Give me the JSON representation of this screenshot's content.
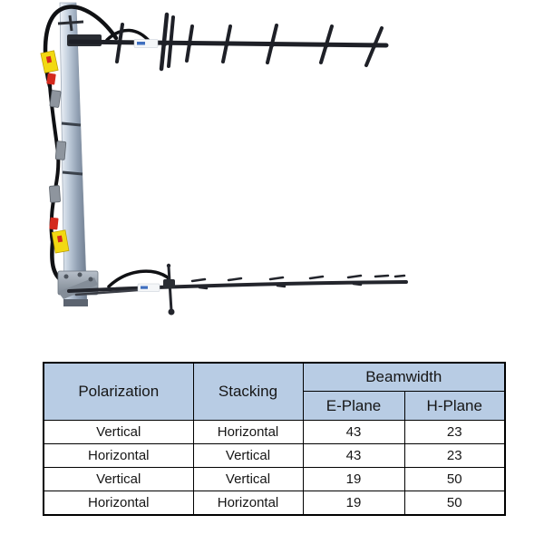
{
  "photo": {
    "name": "stacked-yagi-antennas-photo"
  },
  "table": {
    "headers": {
      "polarization": "Polarization",
      "stacking": "Stacking",
      "beamwidth": "Beamwidth",
      "e_plane": "E-Plane",
      "h_plane": "H-Plane"
    },
    "rows": [
      {
        "polarization": "Vertical",
        "stacking": "Horizontal",
        "e_plane": "43",
        "h_plane": "23"
      },
      {
        "polarization": "Horizontal",
        "stacking": "Vertical",
        "e_plane": "43",
        "h_plane": "23"
      },
      {
        "polarization": "Vertical",
        "stacking": "Vertical",
        "e_plane": "19",
        "h_plane": "50"
      },
      {
        "polarization": "Horizontal",
        "stacking": "Horizontal",
        "e_plane": "19",
        "h_plane": "50"
      }
    ]
  },
  "colors": {
    "table_header_bg": "#b8cce4",
    "table_border": "#000000",
    "table_text": "#161616",
    "pole_gray": "#9aa7b8",
    "boom_black": "#1e2027",
    "warning_tag_yellow": "#f2d912",
    "connector_red": "#d42a1e",
    "label_blue": "#3f6fbf"
  }
}
